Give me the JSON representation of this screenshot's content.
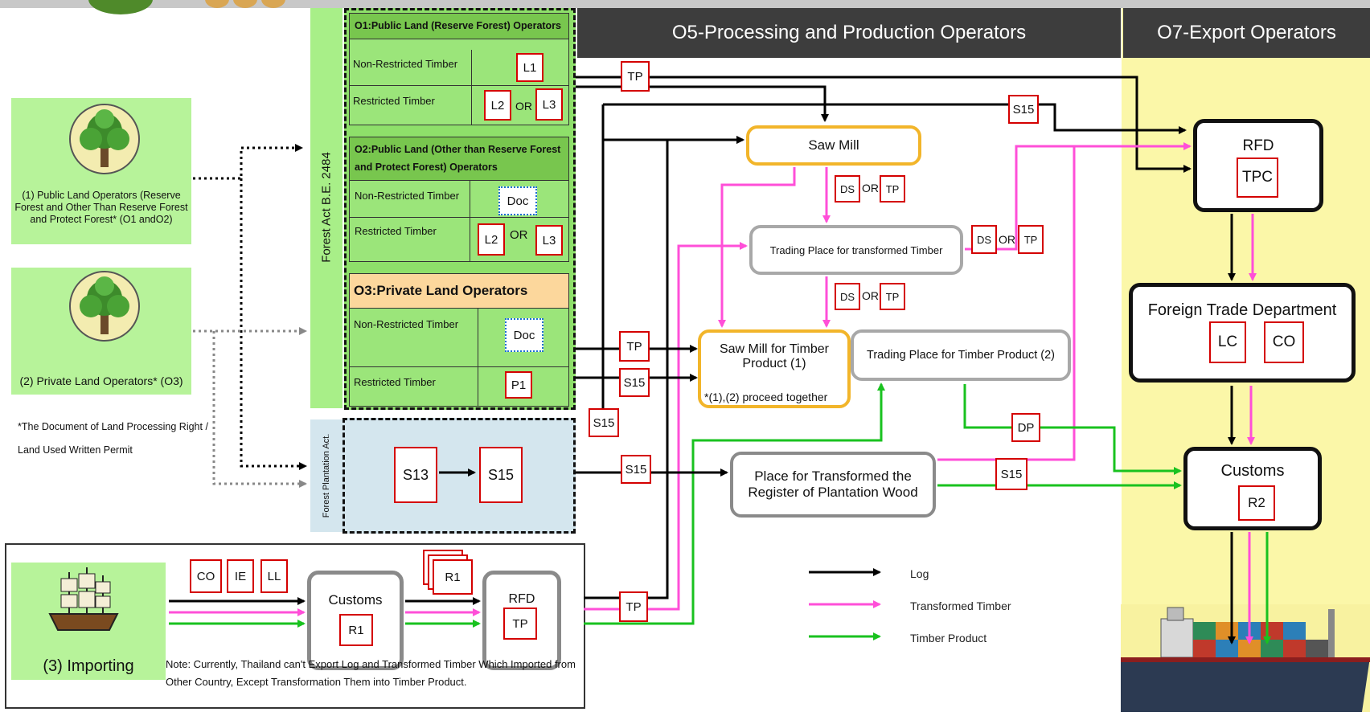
{
  "headers": {
    "o5": "O5-Processing and Production Operators",
    "o7": "O7-Export Operators"
  },
  "left": {
    "public_land": "(1) Public Land Operators (Reserve Forest and Other Than Reserve Forest and Protect Forest* (O1 andO2)",
    "private_land": "(2) Private Land Operators* (O3)",
    "footnote_line1": "*The Document of Land Processing Right /",
    "footnote_line2": "Land Used Written Permit",
    "importing": "(3) Importing"
  },
  "acts": {
    "forest_act": "Forest Act B.E. 2484",
    "plantation_act": "Forest Plantation Act."
  },
  "o1": {
    "title": "O1:Public Land (Reserve Forest) Operators",
    "nonrestricted": "Non-Restricted Timber",
    "restricted": "Restricted Timber",
    "doc_l1": "L1",
    "doc_l2": "L2",
    "or": "OR",
    "doc_l3": "L3"
  },
  "o2": {
    "title": "O2:Public Land (Other than Reserve Forest and Protect Forest) Operators",
    "nonrestricted": "Non-Restricted Timber",
    "restricted": "Restricted Timber",
    "doc_doc": "Doc",
    "doc_l2": "L2",
    "or": "OR",
    "doc_l3": "L3"
  },
  "o3": {
    "title": "O3:Private Land Operators",
    "nonrestricted": "Non-Restricted Timber",
    "restricted": "Restricted Timber",
    "doc_doc": "Doc",
    "doc_p1": "P1"
  },
  "plantation": {
    "s13": "S13",
    "s15": "S15"
  },
  "import_row": {
    "co": "CO",
    "ie": "IE",
    "ll": "LL",
    "customs": "Customs",
    "r1": "R1",
    "r1_stack": "R1",
    "rfd": "RFD",
    "tp": "TP",
    "note": "Note: Currently, Thailand can't Export Log and Transformed Timber Which Imported from Other Country, Except Transformation Them into Timber Product."
  },
  "o5": {
    "sawmill": "Saw Mill",
    "trading_transformed": "Trading Place for transformed Timber",
    "sawmill_product": "Saw Mill for Timber Product (1)",
    "proceed_together": "*(1),(2) proceed together",
    "trading_product": "Trading Place for Timber Product (2)",
    "place_transformed": "Place for Transformed the Register of Plantation Wood",
    "tp": "TP",
    "s15": "S15",
    "ds": "DS",
    "or": "OR",
    "dp": "DP"
  },
  "o7": {
    "rfd": "RFD",
    "tpc": "TPC",
    "ftd": "Foreign Trade Department",
    "lc": "LC",
    "co": "CO",
    "customs": "Customs",
    "r2": "R2"
  },
  "legend": {
    "log": "Log",
    "transformed": "Transformed Timber",
    "product": "Timber Product"
  },
  "colors": {
    "log": "#000000",
    "transformed": "#ff4fd8",
    "product": "#19c21f",
    "doc_border": "#d40000",
    "export_bg": "#fbf7a8"
  }
}
